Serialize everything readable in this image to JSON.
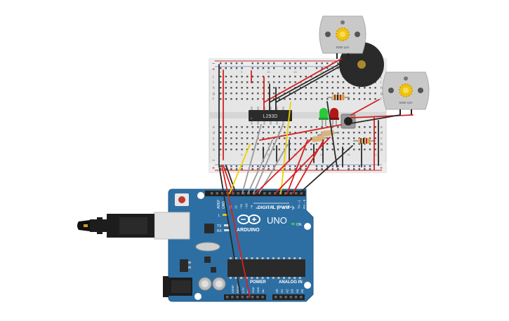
{
  "motor_left": {
    "rpm_label": "9380 rpm"
  },
  "motor_right": {
    "rpm_label": "9380 rpm"
  },
  "breadboard": {
    "chip_label": "L293D",
    "rail_minus": "−",
    "rail_plus": "+",
    "row_letters_top": [
      "j",
      "i",
      "h",
      "g",
      "f"
    ],
    "row_letters_bottom": [
      "e",
      "d",
      "c",
      "b",
      "a"
    ],
    "column_numbers": [
      "1",
      "5",
      "10",
      "15",
      "20",
      "25",
      "30"
    ]
  },
  "arduino": {
    "brand": "ARDUINO",
    "model": "UNO",
    "on_label": "ON",
    "digital_header": "DIGITAL (PWM~)",
    "analog_header": "ANALOG IN",
    "power_header": "POWER",
    "aref_label": "AREF",
    "gnd_label": "GND",
    "led_l": "L",
    "led_tx": "TX",
    "led_rx": "RX",
    "digital_pins": [
      "13",
      "12",
      "~11",
      "~10",
      "~9",
      "8",
      "7",
      "~6",
      "~5",
      "4",
      "~3",
      "2",
      "TX→1",
      "RX←0"
    ],
    "analog_pins": [
      "A0",
      "A1",
      "A2",
      "A3",
      "A4",
      "A5"
    ],
    "power_pins": [
      "IOREF",
      "RESET",
      "3.3V",
      "5V",
      "GND",
      "GND",
      "Vin"
    ]
  },
  "colors": {
    "board_blue": "#2d6fa3",
    "breadboard": "#e8e8e8",
    "wire_red": "#d62020",
    "wire_black": "#2a2a2a",
    "wire_yellow": "#f0d000",
    "wire_gray": "#9a9a9a",
    "led_green": "#29c93a",
    "led_red": "#b01818"
  }
}
